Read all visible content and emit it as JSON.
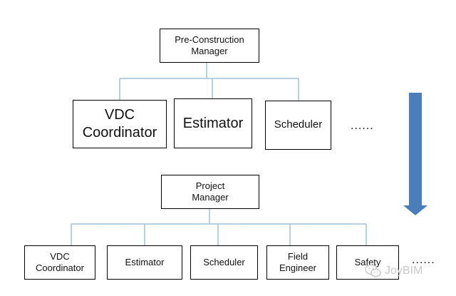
{
  "colors": {
    "connector": "#9dc3d9",
    "box_border": "#000000",
    "arrow": "#4a7ebb",
    "text": "#111111"
  },
  "top_section": {
    "manager": "Pre-Construction\nManager",
    "roles": [
      "VDC\nCoordinator",
      "Estimator",
      "Scheduler"
    ],
    "ellipsis": "......"
  },
  "bottom_section": {
    "manager": "Project\nManager",
    "roles": [
      "VDC\nCoordinator",
      "Estimator",
      "Scheduler",
      "Field\nEngineer",
      "Safety"
    ],
    "ellipsis": "......"
  },
  "arrow_icon": "down-arrow-icon",
  "watermark": {
    "icon": "wechat-logo-icon",
    "text": "JoyBIM"
  }
}
